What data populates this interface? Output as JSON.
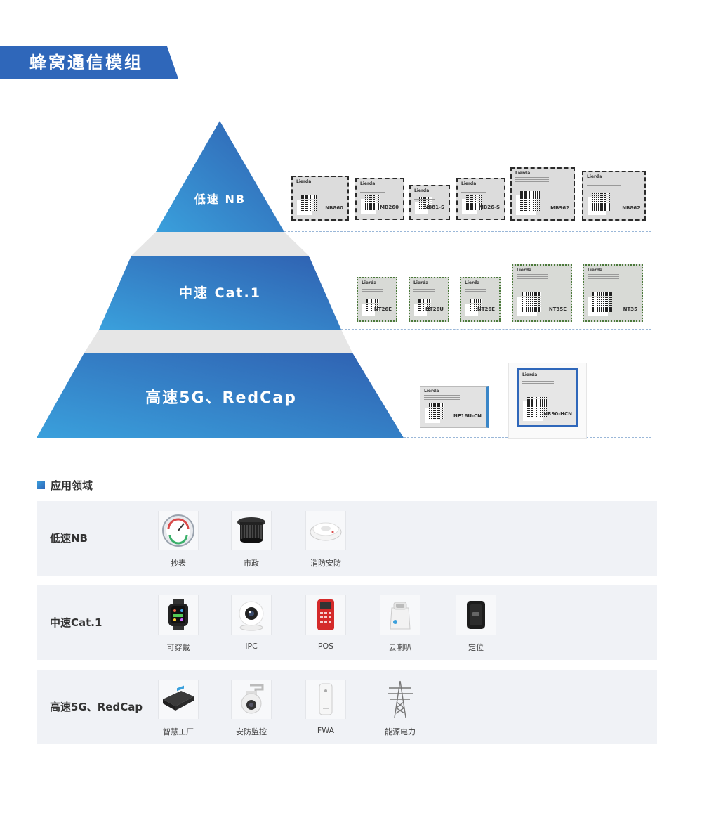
{
  "header": {
    "title": "蜂窝通信模组"
  },
  "pyramid": {
    "tiers": [
      {
        "label": "低速 NB",
        "modules": [
          "NB860",
          "MB260",
          "NB81-S",
          "MB26-S",
          "MB962",
          "NB862"
        ]
      },
      {
        "label": "中速 Cat.1",
        "modules": [
          "NT26E",
          "NT26U",
          "NT26E",
          "NT35E",
          "NT35"
        ]
      },
      {
        "label": "高速5G、RedCap",
        "modules": [
          "NE16U-CN",
          "NR90-HCN"
        ]
      }
    ],
    "brand": "Lierda",
    "colors": {
      "top": "#2f67ba",
      "bottom": "#3aa0dc",
      "connector": "#e6e6e6"
    }
  },
  "applications": {
    "title": "应用领域",
    "rows": [
      {
        "label": "低速NB",
        "items": [
          {
            "name": "抄表",
            "icon": "meter-gauge-icon"
          },
          {
            "name": "市政",
            "icon": "manhole-sensor-icon"
          },
          {
            "name": "消防安防",
            "icon": "smoke-detector-icon"
          }
        ]
      },
      {
        "label": "中速Cat.1",
        "items": [
          {
            "name": "可穿戴",
            "icon": "smartwatch-icon"
          },
          {
            "name": "IPC",
            "icon": "ip-camera-icon"
          },
          {
            "name": "POS",
            "icon": "pos-terminal-icon"
          },
          {
            "name": "云喇叭",
            "icon": "cloud-speaker-icon"
          },
          {
            "name": "定位",
            "icon": "gps-tracker-icon"
          }
        ]
      },
      {
        "label": "高速5G、RedCap",
        "items": [
          {
            "name": "智慧工厂",
            "icon": "industrial-gateway-icon"
          },
          {
            "name": "安防监控",
            "icon": "dome-camera-icon"
          },
          {
            "name": "FWA",
            "icon": "fwa-router-icon"
          },
          {
            "name": "能源电力",
            "icon": "power-tower-icon"
          }
        ]
      }
    ]
  }
}
